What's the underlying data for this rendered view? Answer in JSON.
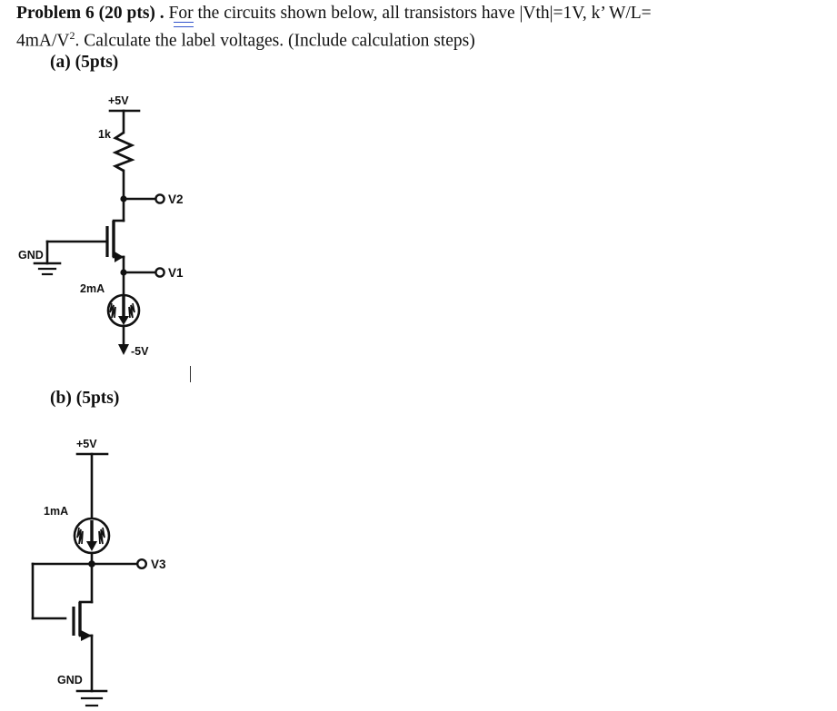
{
  "document": {
    "heading": {
      "title_bold": "Problem 6 (20 pts) .",
      "body_line1": " For the circuits shown below, all transistors have |Vth|=1V, k’ W/L=",
      "body_line2_pre": "4mA/V",
      "body_line2_sup": "2",
      "body_line2_post": ". Calculate the label voltages. (Include calculation steps)"
    },
    "parts": [
      {
        "label": "(a) (5pts)"
      },
      {
        "label": "(b) (5pts)"
      }
    ]
  },
  "circuit_a": {
    "name": "circuit-a",
    "supply_top": "+5V",
    "resistor_label": "1k",
    "gate_label": "GND",
    "current_source_label": "2mA",
    "supply_bottom": "-5V",
    "node_labels": [
      {
        "id": "V2",
        "text": "V2"
      },
      {
        "id": "V1",
        "text": "V1"
      }
    ]
  },
  "circuit_b": {
    "name": "circuit-b",
    "supply_top": "+5V",
    "current_source_label": "1mA",
    "ground_label": "GND",
    "node_labels": [
      {
        "id": "V3",
        "text": "V3"
      }
    ]
  },
  "colors": {
    "ink": "#111111",
    "grammar_underline": "#3355cc",
    "paper": "#ffffff"
  }
}
